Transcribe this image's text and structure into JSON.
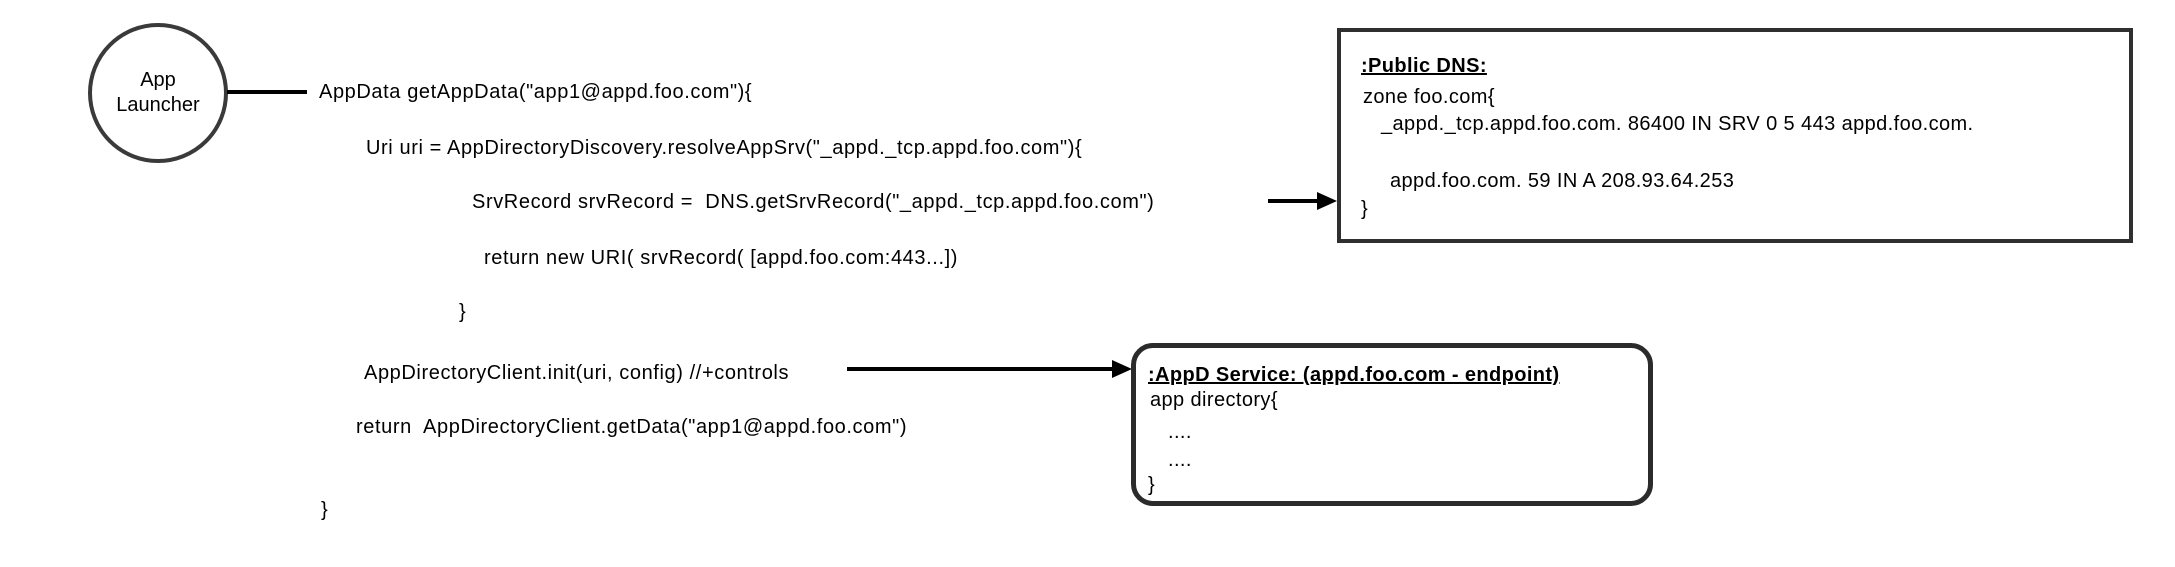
{
  "diagram": {
    "colors": {
      "background": "#ffffff",
      "ink": "#000000",
      "stroke": "#333333"
    },
    "launcher": {
      "label": "App\nLauncher"
    },
    "code": {
      "lines": [
        "AppData getAppData(\"app1@appd.foo.com\"){",
        "Uri uri = AppDirectoryDiscovery.resolveAppSrv(\"_appd._tcp.appd.foo.com\"){",
        "SrvRecord srvRecord =  DNS.getSrvRecord(\"_appd._tcp.appd.foo.com\")",
        "return new URI( srvRecord( [appd.foo.com:443...])",
        "}",
        "AppDirectoryClient.init(uri, config) //+controls",
        "return  AppDirectoryClient.getData(\"app1@appd.foo.com\")",
        "}"
      ]
    },
    "dns_box": {
      "title": ":Public DNS:",
      "lines": [
        "zone foo.com{",
        "_appd._tcp.appd.foo.com. 86400 IN SRV 0 5 443 appd.foo.com.",
        "appd.foo.com. 59 IN A 208.93.64.253",
        "}"
      ]
    },
    "appd_box": {
      "title": ":AppD Service: (appd.foo.com - endpoint)",
      "lines": [
        "app directory{",
        "....",
        "....",
        "}"
      ]
    }
  }
}
